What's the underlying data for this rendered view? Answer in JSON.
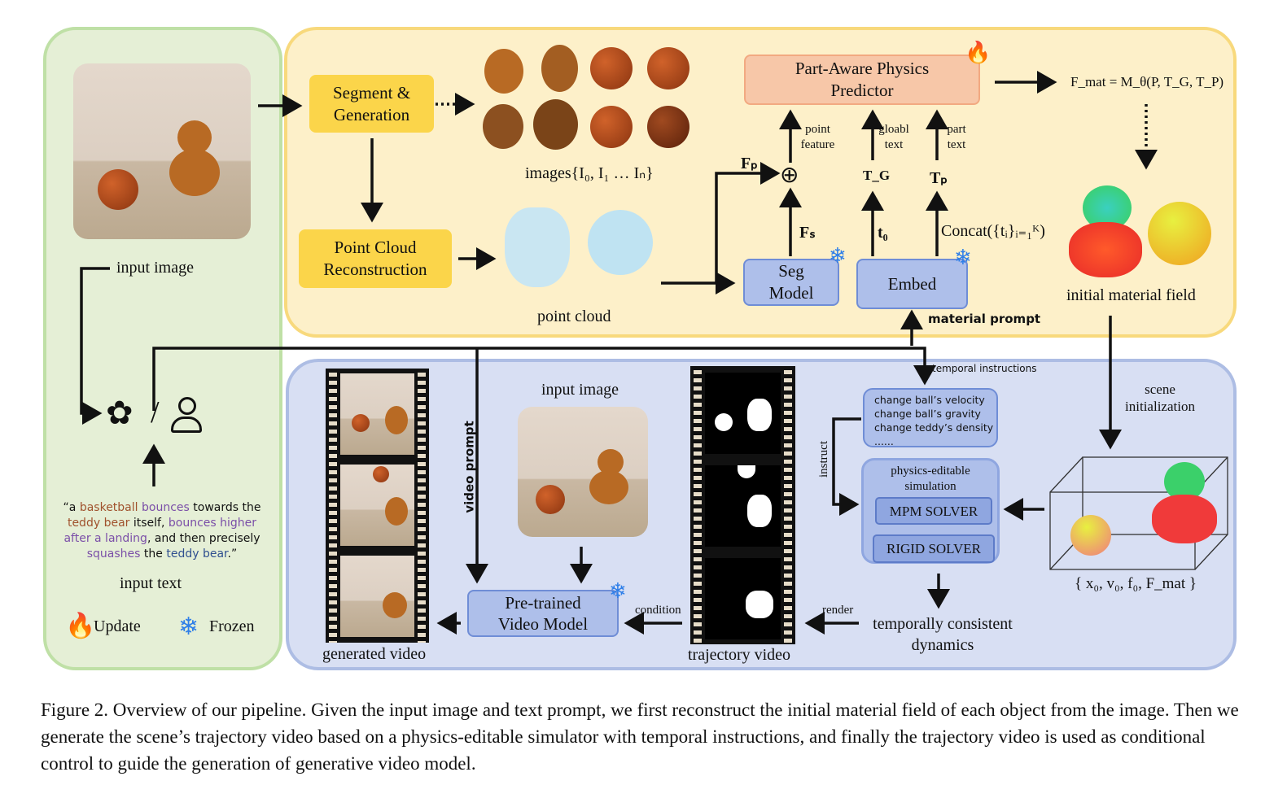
{
  "left_panel": {
    "input_image_label": "input image",
    "input_text_label": "input text",
    "prompt_segments": [
      {
        "text": "“a ",
        "color": "#111111"
      },
      {
        "text": "basketball",
        "color": "#a0522d"
      },
      {
        "text": " ",
        "color": "#111111"
      },
      {
        "text": "bounces",
        "color": "#7b4fa8"
      },
      {
        "text": " towards the ",
        "color": "#111111"
      },
      {
        "text": "teddy bear",
        "color": "#a0522d"
      },
      {
        "text": " itself, ",
        "color": "#111111"
      },
      {
        "text": "bounces higher after a landing",
        "color": "#7b4fa8"
      },
      {
        "text": ", and then precisely ",
        "color": "#111111"
      },
      {
        "text": "squashes",
        "color": "#7b4fa8"
      },
      {
        "text": " the ",
        "color": "#111111"
      },
      {
        "text": "teddy bear",
        "color": "#2f4f8f"
      },
      {
        "text": ".”",
        "color": "#111111"
      }
    ],
    "legend": {
      "update": "Update",
      "frozen": "Frozen",
      "update_icon": "fire-icon",
      "frozen_icon": "snowflake-icon"
    },
    "icons": [
      "chatgpt-icon",
      "person-icon"
    ],
    "slash": "/"
  },
  "top_panel": {
    "segment_generation": "Segment & Generation",
    "point_cloud_reconstruction": "Point Cloud Reconstruction",
    "images_label": "images{I₀, I₁ … Iₙ}",
    "point_cloud_label": "point cloud",
    "part_aware": "Part-Aware Physics Predictor",
    "seg_model": "Seg Model",
    "embed": "Embed",
    "point_feature": "point feature",
    "global_text": "gloabl text",
    "part_text": "part text",
    "fp": "Fₚ",
    "fs": "Fₛ",
    "tg": "T_G",
    "tp": "Tₚ",
    "t0": "t₀",
    "concat": "Concat({tᵢ}ᵢ₌₁ᴷ)",
    "oplus": "⊕",
    "formula": "F_mat = M_θ(P, T_G, T_P)",
    "initial_material_field": "initial material field",
    "material_prompt": "material prompt"
  },
  "bottom_panel": {
    "temporal_instructions": "temporal instructions",
    "instructions": [
      "change ball’s velocity",
      "change ball’s gravity",
      "change teddy’s density",
      "......"
    ],
    "instruct": "instruct",
    "physics_sim": "physics-editable simulation",
    "mpm": "MPM SOLVER",
    "rigid": "RIGID SOLVER",
    "scene_init": "scene initialization",
    "state_label": "{ x₀, v₀, f₀, F_mat }",
    "temporally_consistent": "temporally consistent dynamics",
    "render": "render",
    "trajectory_video": "trajectory video",
    "condition": "condition",
    "pretrained": "Pre-trained Video Model",
    "input_image": "input image",
    "video_prompt": "video prompt",
    "generated_video": "generated video"
  },
  "caption": "Figure 2. Overview of our pipeline. Given the input image and text prompt, we first reconstruct the initial material field of each object from the image. Then we generate the scene’s trajectory video based on a physics-editable simulator with temporal instructions, and finally the trajectory video is used as conditional control to guide the generation of generative video model.",
  "colors": {
    "green_panel": "#e5efd6",
    "yellow_panel": "#fdf0c9",
    "blue_panel": "#d8dff3",
    "yellow_box": "#fbd54a",
    "orange_box": "#f7c7a8",
    "blue_box": "#aebfea"
  }
}
